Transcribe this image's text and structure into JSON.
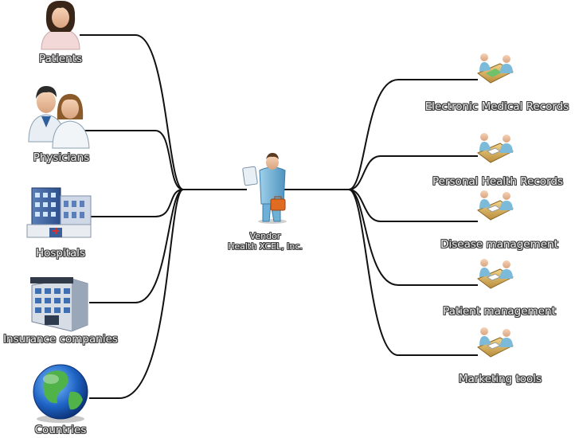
{
  "center": {
    "line1": "Vendor",
    "line2": "Health XCEL, Inc."
  },
  "left_nodes": [
    {
      "label": "Patients",
      "icon": "patient-woman-icon"
    },
    {
      "label": "Physicians",
      "icon": "physicians-icon"
    },
    {
      "label": "Hospitals",
      "icon": "hospital-building-icon"
    },
    {
      "label": "Insurance companies",
      "icon": "office-building-icon"
    },
    {
      "label": "Countries",
      "icon": "globe-icon"
    }
  ],
  "right_nodes": [
    {
      "label": "Electronic Medical Records",
      "icon": "meeting-table-icon"
    },
    {
      "label": "Personal Health Records",
      "icon": "meeting-table-icon"
    },
    {
      "label": "Disease management",
      "icon": "meeting-table-icon"
    },
    {
      "label": "Patient management",
      "icon": "meeting-table-icon"
    },
    {
      "label": "Marketing tools",
      "icon": "meeting-table-icon"
    }
  ],
  "colors": {
    "connector": "#111111",
    "label_outline": "#3a3a3a",
    "label_fill": "#f0f0f0"
  }
}
